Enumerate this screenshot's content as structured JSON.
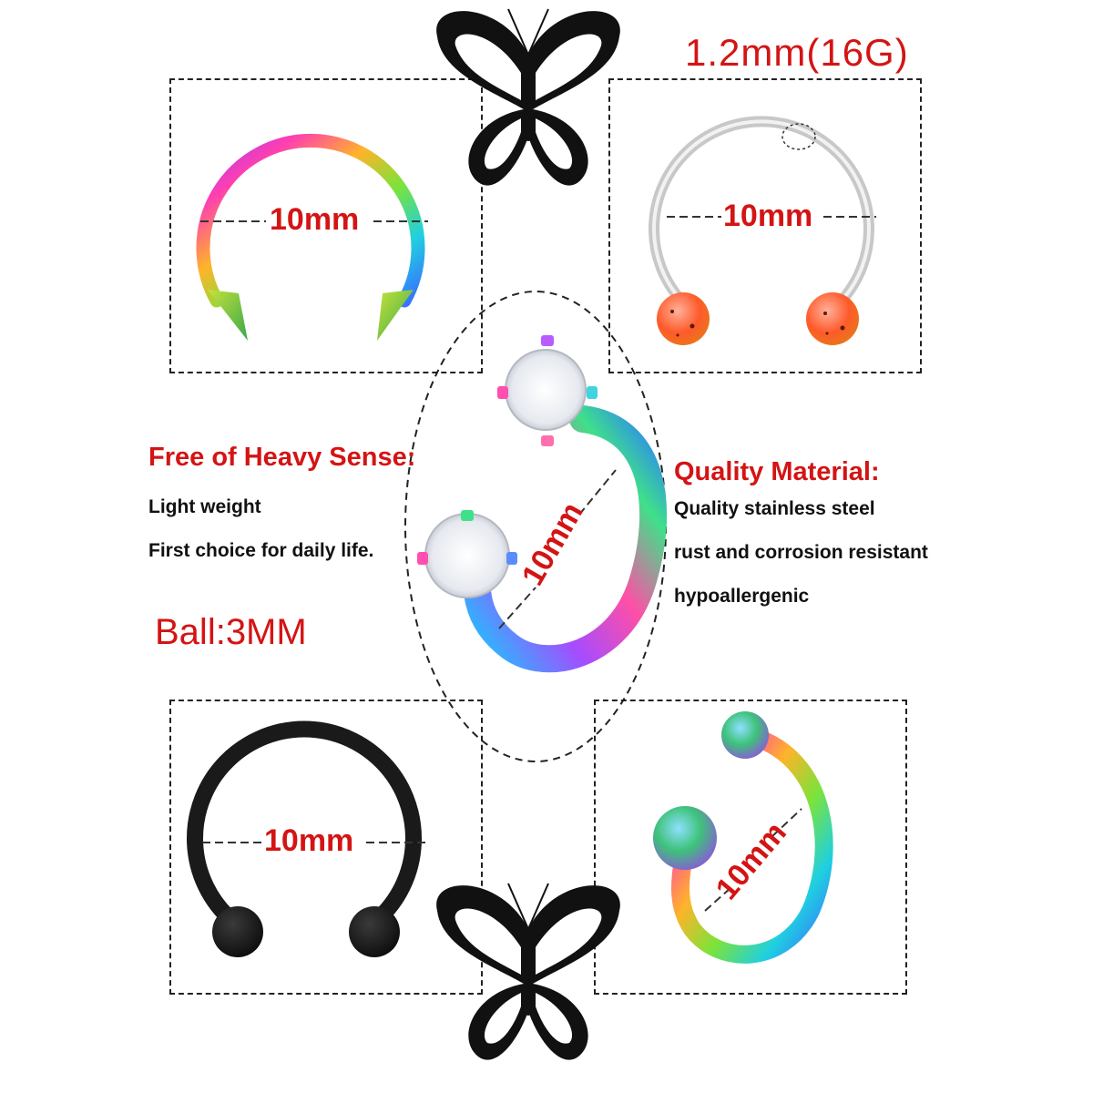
{
  "gauge_label": "1.2mm(16G)",
  "left_panel": {
    "heading": "Free of Heavy Sense:",
    "lines": [
      "Light weight",
      "First choice for daily life."
    ]
  },
  "ball_label": "Ball:3MM",
  "right_panel": {
    "heading": "Quality Material:",
    "lines": [
      "Quality stainless steel",
      "rust and corrosion resistant",
      "hypoallergenic"
    ]
  },
  "rings": [
    {
      "style": "rainbow-spike-horseshoe",
      "measure": "10mm"
    },
    {
      "style": "silver-orange-ball-horseshoe",
      "measure": "10mm"
    },
    {
      "style": "rainbow-cz-gem-twist",
      "measure": "10mm"
    },
    {
      "style": "black-ball-horseshoe",
      "measure": "10mm"
    },
    {
      "style": "rainbow-ball-twist",
      "measure": "10mm"
    }
  ],
  "colors": {
    "accent_red": "#d41414",
    "black_ring": "#1a1a1a",
    "silver_ring": "#c8c8c8",
    "orange_ball": "#ff6a2a"
  }
}
